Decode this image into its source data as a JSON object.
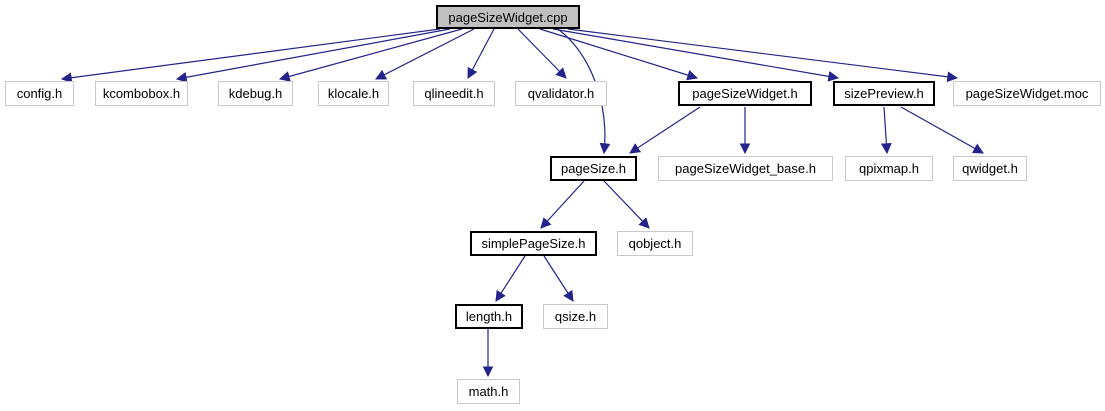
{
  "diagram": {
    "type": "doxygen-include-graph",
    "root": "pageSizeWidget.cpp",
    "background": "#ffffff"
  },
  "colors": {
    "edge": "#23238a",
    "root_fill": "#c0c0c0",
    "documented_border": "#000000",
    "external_border": "#c9c9c9",
    "text": "#000000"
  },
  "nodes": [
    {
      "label": "pageSizeWidget.cpp",
      "kind": "root"
    },
    {
      "label": "config.h",
      "kind": "external"
    },
    {
      "label": "kcombobox.h",
      "kind": "external"
    },
    {
      "label": "kdebug.h",
      "kind": "external"
    },
    {
      "label": "klocale.h",
      "kind": "external"
    },
    {
      "label": "qlineedit.h",
      "kind": "external"
    },
    {
      "label": "qvalidator.h",
      "kind": "external"
    },
    {
      "label": "pageSizeWidget.h",
      "kind": "documented"
    },
    {
      "label": "sizePreview.h",
      "kind": "documented"
    },
    {
      "label": "pageSizeWidget.moc",
      "kind": "external"
    },
    {
      "label": "pageSize.h",
      "kind": "documented"
    },
    {
      "label": "pageSizeWidget_base.h",
      "kind": "external"
    },
    {
      "label": "qpixmap.h",
      "kind": "external"
    },
    {
      "label": "qwidget.h",
      "kind": "external"
    },
    {
      "label": "simplePageSize.h",
      "kind": "documented"
    },
    {
      "label": "qobject.h",
      "kind": "external"
    },
    {
      "label": "length.h",
      "kind": "documented"
    },
    {
      "label": "qsize.h",
      "kind": "external"
    },
    {
      "label": "math.h",
      "kind": "external"
    }
  ],
  "edges": [
    {
      "from": "pageSizeWidget.cpp",
      "to": "config.h"
    },
    {
      "from": "pageSizeWidget.cpp",
      "to": "kcombobox.h"
    },
    {
      "from": "pageSizeWidget.cpp",
      "to": "kdebug.h"
    },
    {
      "from": "pageSizeWidget.cpp",
      "to": "klocale.h"
    },
    {
      "from": "pageSizeWidget.cpp",
      "to": "qlineedit.h"
    },
    {
      "from": "pageSizeWidget.cpp",
      "to": "qvalidator.h"
    },
    {
      "from": "pageSizeWidget.cpp",
      "to": "pageSizeWidget.h"
    },
    {
      "from": "pageSizeWidget.cpp",
      "to": "sizePreview.h"
    },
    {
      "from": "pageSizeWidget.cpp",
      "to": "pageSizeWidget.moc"
    },
    {
      "from": "pageSizeWidget.cpp",
      "to": "pageSize.h"
    },
    {
      "from": "pageSizeWidget.h",
      "to": "pageSize.h"
    },
    {
      "from": "pageSizeWidget.h",
      "to": "pageSizeWidget_base.h"
    },
    {
      "from": "sizePreview.h",
      "to": "qpixmap.h"
    },
    {
      "from": "sizePreview.h",
      "to": "qwidget.h"
    },
    {
      "from": "pageSize.h",
      "to": "simplePageSize.h"
    },
    {
      "from": "pageSize.h",
      "to": "qobject.h"
    },
    {
      "from": "simplePageSize.h",
      "to": "length.h"
    },
    {
      "from": "simplePageSize.h",
      "to": "qsize.h"
    },
    {
      "from": "length.h",
      "to": "math.h"
    }
  ]
}
